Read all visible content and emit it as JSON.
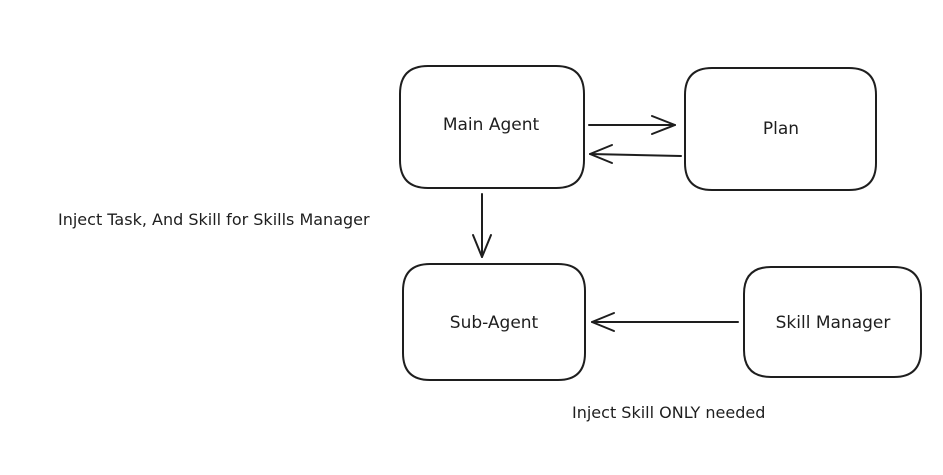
{
  "diagram": {
    "nodes": {
      "main_agent": "Main Agent",
      "plan": "Plan",
      "sub_agent": "Sub-Agent",
      "skill_manager": "Skill Manager"
    },
    "edges": {
      "main_to_plan": "",
      "plan_to_main": "",
      "main_to_sub": "Inject Task, And Skill for Skills Manager",
      "skill_to_sub": "Inject Skill ONLY needed"
    }
  }
}
